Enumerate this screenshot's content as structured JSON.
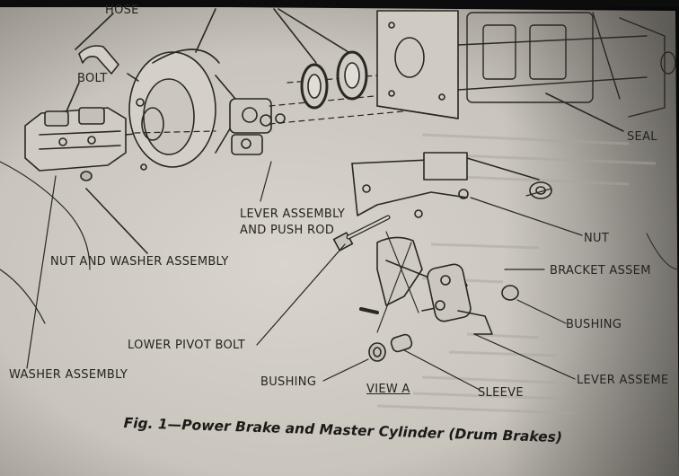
{
  "labels": {
    "hose": "HOSE",
    "bolt": "BOLT",
    "seal": "SEAL",
    "lever_assembly_line1": "LEVER ASSEMBLY",
    "lever_assembly_line2": "AND PUSH ROD",
    "nut_and_washer": "NUT AND WASHER ASSEMBLY",
    "nut": "NUT",
    "bracket": "BRACKET ASSEM",
    "bushing_right": "BUSHING",
    "lower_pivot_bolt": "LOWER PIVOT BOLT",
    "washer_assembly": "WASHER ASSEMBLY",
    "bushing_left": "BUSHING",
    "view_a": "VIEW A",
    "sleeve": "SLEEVE",
    "lever_assembly_right": "LEVER ASSEME"
  },
  "caption": "Fig. 1—Power Brake and Master Cylinder (Drum Brakes)",
  "colors": {
    "paper": "#cfcbc3",
    "paper_dark": "#9e9a92",
    "ink": "#2a2724",
    "background": "#0c0c0c"
  }
}
